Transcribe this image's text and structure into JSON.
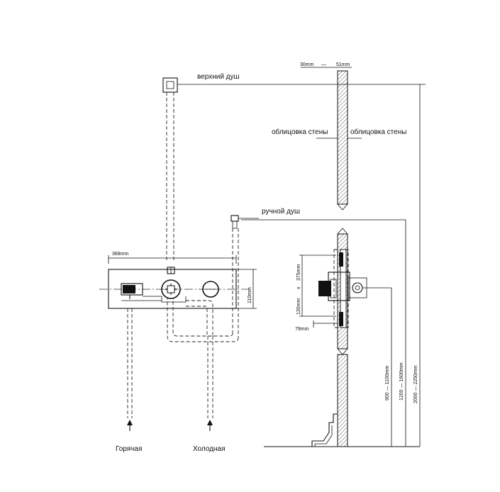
{
  "labels": {
    "top_shower": "верхний душ",
    "hand_shower": "ручной душ",
    "wall_cladding_left": "облицовка стены",
    "wall_cladding_right": "облицовка стены",
    "hot": "Горячая",
    "cold": "Холодная"
  },
  "dimensions": {
    "wall_min": "30mm",
    "wall_dash": "—",
    "wall_max": "51mm",
    "panel_width": "368mm",
    "panel_height": "110mm",
    "box_height": "375mm",
    "box_x": "x",
    "box_depth": "130mm",
    "box_width": "79mm",
    "mixer_height": "900 — 1100mm",
    "hand_shower_height": "1200 — 1600mm",
    "top_shower_height": "2000 — 2250mm"
  },
  "colors": {
    "line": "#111111",
    "background": "#ffffff"
  }
}
